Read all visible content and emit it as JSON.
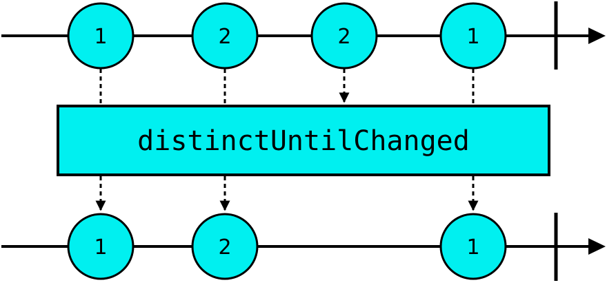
{
  "operator": {
    "label": "distinctUntilChanged"
  },
  "input_stream": {
    "marbles": [
      {
        "value": "1"
      },
      {
        "value": "2"
      },
      {
        "value": "2"
      },
      {
        "value": "1"
      }
    ]
  },
  "output_stream": {
    "marbles": [
      {
        "value": "1"
      },
      {
        "value": "2"
      },
      {
        "value": "1"
      }
    ]
  },
  "colors": {
    "marble_fill": "#00f0f0",
    "box_fill": "#00f0f0",
    "stroke": "#000000"
  }
}
